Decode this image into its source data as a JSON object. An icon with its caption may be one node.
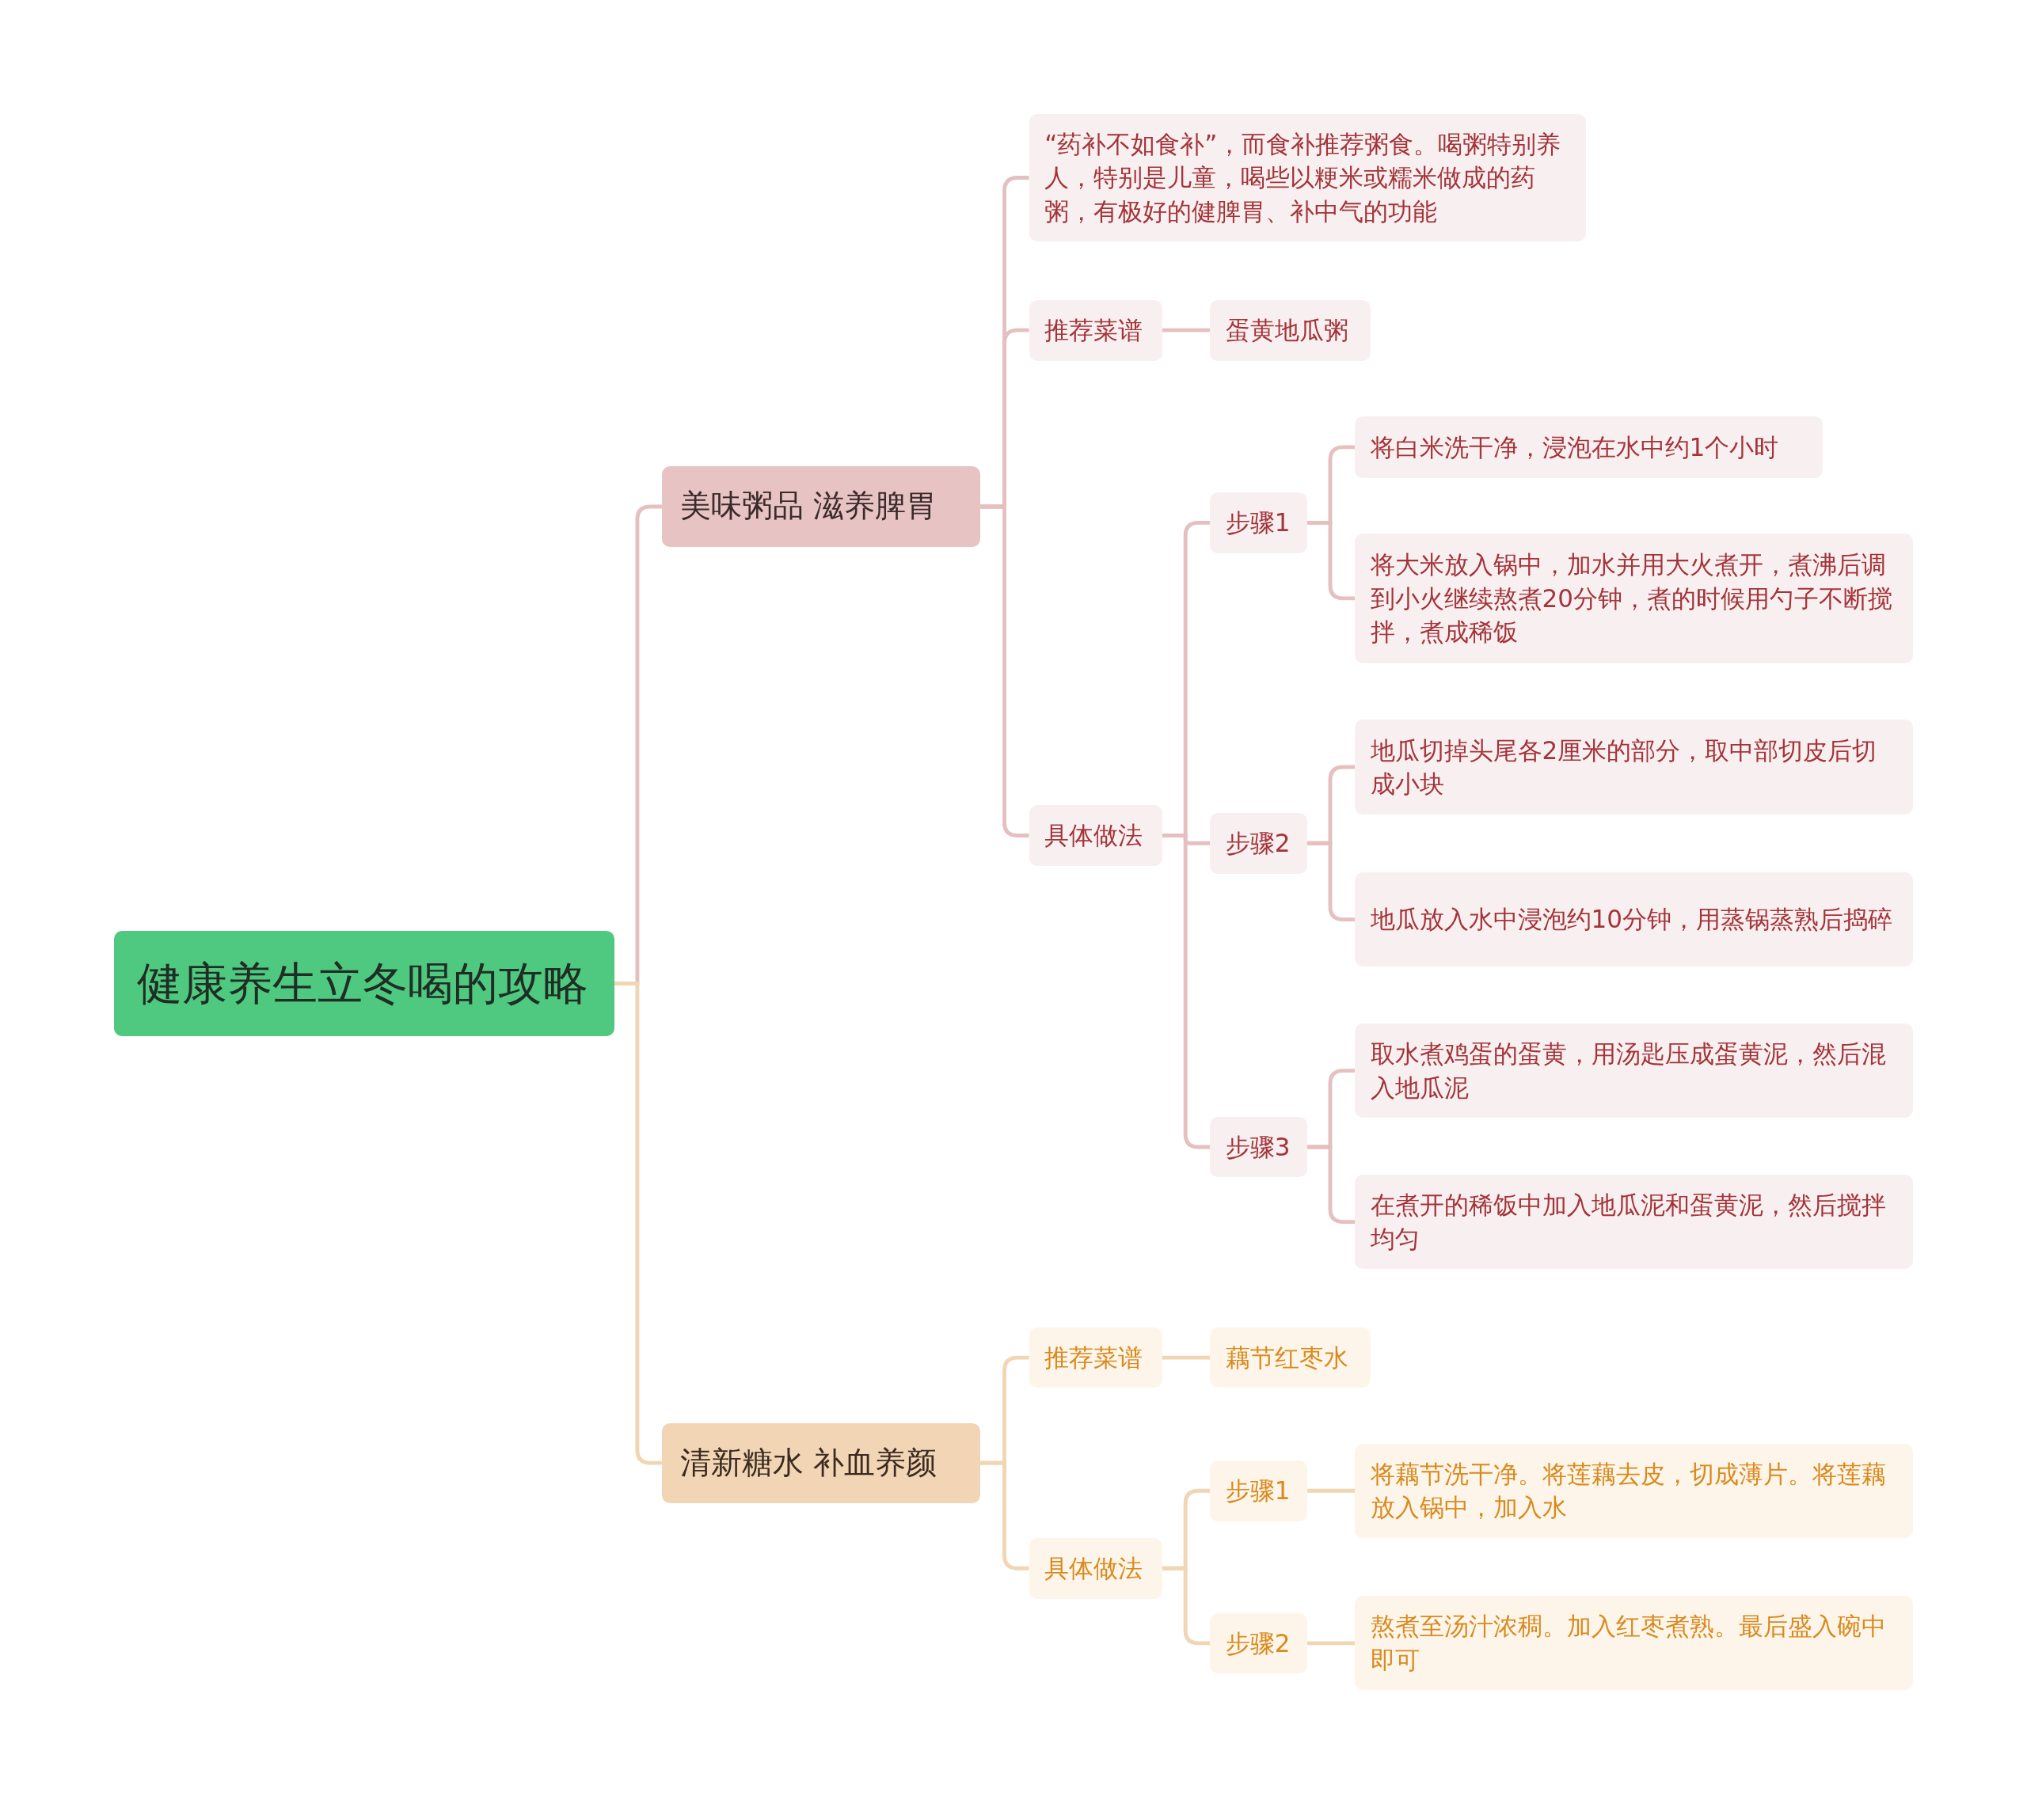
{
  "diagram": {
    "nodes": [
      {
        "text": [
          "健康养生立冬喝的攻略"
        ]
      },
      {
        "text": [
          "美味粥品 滋养脾胃"
        ]
      },
      {
        "text": [
          "“药补不如食补”，而食补推荐粥食。喝粥特别养人，特别是儿童，喝些以粳米或糯米做成的药粥，有极好的健脾胃、补中气的功能"
        ]
      },
      {
        "text": [
          "推荐菜谱"
        ]
      },
      {
        "text": [
          "蛋黄地瓜粥"
        ]
      },
      {
        "text": [
          "具体做法"
        ]
      },
      {
        "text": [
          "步骤1"
        ]
      },
      {
        "text": [
          "将白米洗干净，浸泡在水中约1个小时"
        ]
      },
      {
        "text": [
          "将大米放入锅中，加水并用大火煮开，煮沸后调到小火继续熬煮20分钟，煮的时候用勺子不断搅拌，煮成稀饭"
        ]
      },
      {
        "text": [
          "步骤2"
        ]
      },
      {
        "text": [
          "地瓜切掉头尾各2厘米的部分，取中部切皮后切成小块"
        ]
      },
      {
        "text": [
          "地瓜放入水中浸泡约10分钟，用蒸锅蒸熟后捣碎"
        ]
      },
      {
        "text": [
          "步骤3"
        ]
      },
      {
        "text": [
          "取水煮鸡蛋的蛋黄，用汤匙压成蛋黄泥，然后混入地瓜泥"
        ]
      },
      {
        "text": [
          "在煮开的稀饭中加入地瓜泥和蛋黄泥，然后搅拌均匀"
        ]
      },
      {
        "text": [
          "清新糖水 补血养颜"
        ]
      },
      {
        "text": [
          "推荐菜谱"
        ]
      },
      {
        "text": [
          "藕节红枣水"
        ]
      },
      {
        "text": [
          "具体做法"
        ]
      },
      {
        "text": [
          "步骤1"
        ]
      },
      {
        "text": [
          "将藕节洗干净。将莲藕去皮，切成薄片。将莲藕放入锅中，加入水"
        ]
      },
      {
        "text": [
          "步骤2"
        ]
      },
      {
        "text": [
          "熬煮至汤汁浓稠。加入红枣煮熟。最后盛入碗中即可"
        ]
      }
    ],
    "edges": [
      {
        "from": 0,
        "to": 1,
        "arrow": "none"
      },
      {
        "from": 1,
        "to": 2,
        "arrow": "none"
      },
      {
        "from": 1,
        "to": 3,
        "arrow": "none"
      },
      {
        "from": 3,
        "to": 4,
        "arrow": "none"
      },
      {
        "from": 1,
        "to": 5,
        "arrow": "none"
      },
      {
        "from": 5,
        "to": 6,
        "arrow": "none"
      },
      {
        "from": 6,
        "to": 7,
        "arrow": "none"
      },
      {
        "from": 6,
        "to": 8,
        "arrow": "none"
      },
      {
        "from": 5,
        "to": 9,
        "arrow": "none"
      },
      {
        "from": 9,
        "to": 10,
        "arrow": "none"
      },
      {
        "from": 9,
        "to": 11,
        "arrow": "none"
      },
      {
        "from": 5,
        "to": 12,
        "arrow": "none"
      },
      {
        "from": 12,
        "to": 13,
        "arrow": "none"
      },
      {
        "from": 12,
        "to": 14,
        "arrow": "none"
      },
      {
        "from": 0,
        "to": 15,
        "arrow": "none",
        "color": "#f0d6b2"
      },
      {
        "from": 15,
        "to": 16,
        "arrow": "none",
        "color": "#f0d6b2"
      },
      {
        "from": 16,
        "to": 17,
        "arrow": "none",
        "color": "#f0d6b2"
      },
      {
        "from": 15,
        "to": 18,
        "arrow": "none",
        "color": "#f0d6b2"
      },
      {
        "from": 18,
        "to": 19,
        "arrow": "none",
        "color": "#f0d6b2"
      },
      {
        "from": 19,
        "to": 20,
        "arrow": "none",
        "color": "#f0d6b2"
      },
      {
        "from": 18,
        "to": 21,
        "arrow": "none",
        "color": "#f0d6b2"
      },
      {
        "from": 21,
        "to": 22,
        "arrow": "none",
        "color": "#f0d6b2"
      }
    ]
  }
}
